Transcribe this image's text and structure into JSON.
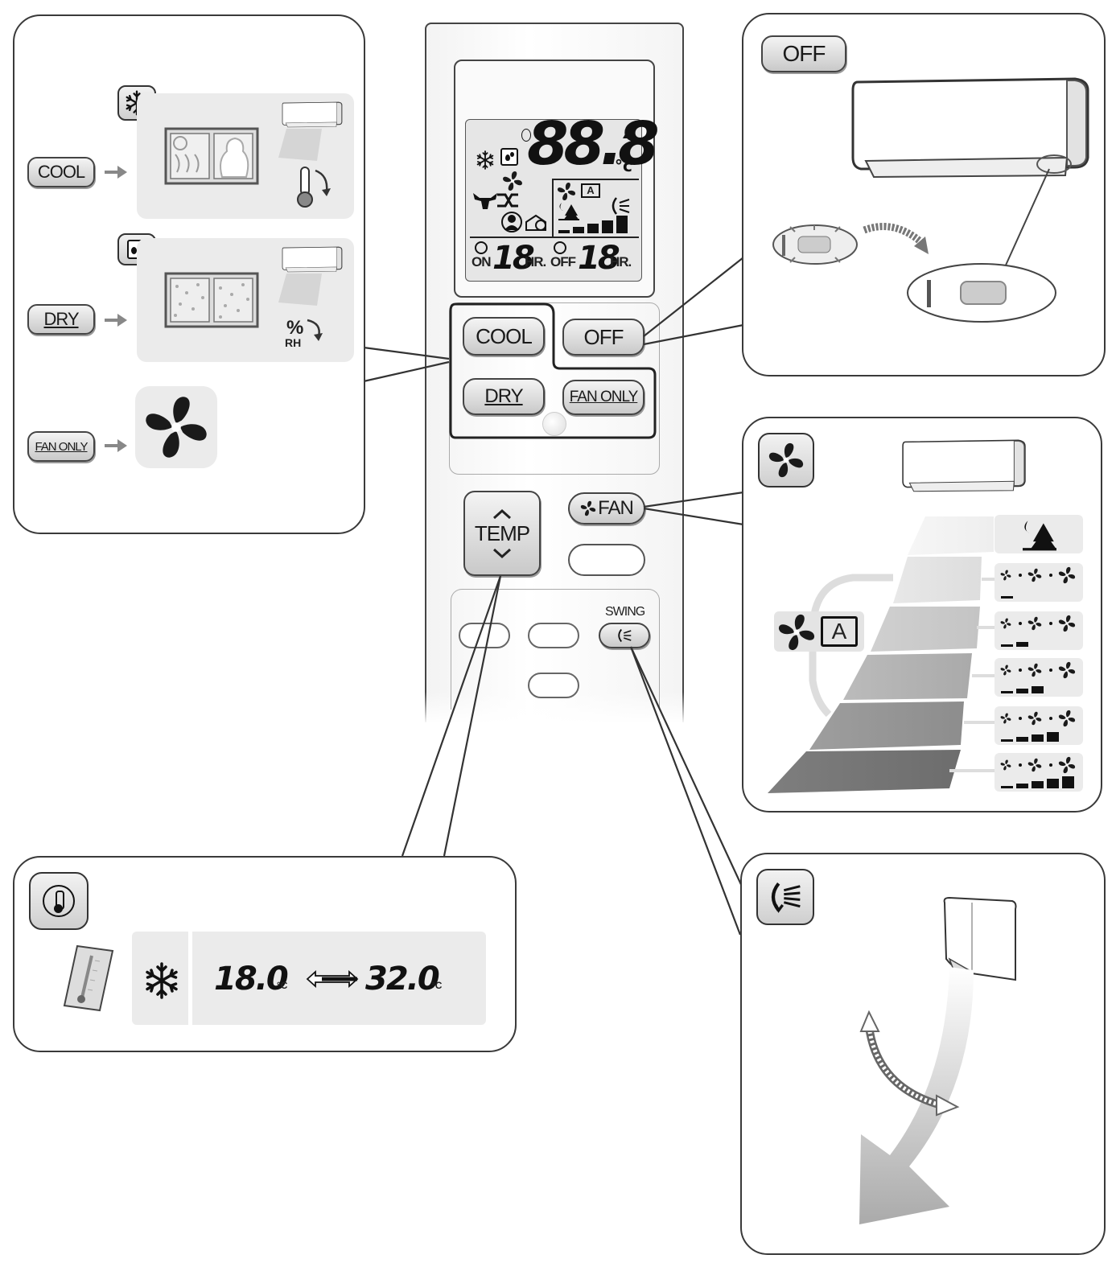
{
  "remote": {
    "lcd": {
      "temp_digits": "88.8",
      "temp_unit": "°C",
      "timer_on_label": "ON",
      "timer_on_value": "18",
      "timer_on_unit": "HR.",
      "timer_off_label": "OFF",
      "timer_off_value": "18",
      "timer_off_unit": "HR."
    },
    "buttons": {
      "cool": "COOL",
      "off": "OFF",
      "dry": "DRY",
      "fan_only": "FAN ONLY",
      "temp": "TEMP",
      "fan": "FAN",
      "swing": "SWING"
    }
  },
  "mode_panel": {
    "cool_label": "COOL",
    "dry_label": "DRY",
    "fan_only_label": "FAN ONLY",
    "humidity_symbol": "%",
    "humidity_unit": "RH"
  },
  "off_panel": {
    "label": "OFF"
  },
  "fan_panel": {
    "auto_letter": "A",
    "speed_levels": 5
  },
  "temp_panel": {
    "min": "18.0",
    "max": "32.0",
    "unit": "°C"
  },
  "icons": {
    "cool": "snowflake-icon",
    "dry": "droplet-icon",
    "fan": "fan-icon",
    "thermometer": "thermometer-icon",
    "swing": "swing-icon"
  }
}
